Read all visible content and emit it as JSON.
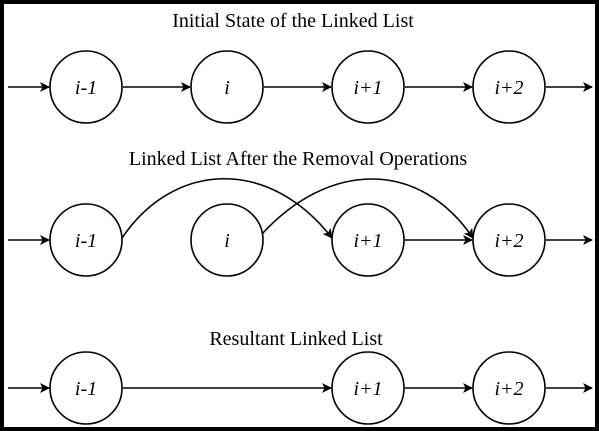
{
  "colors": {
    "background": "#ffffff",
    "frame": "#000000",
    "stroke": "#000000"
  },
  "sections": [
    {
      "id": "initial",
      "title": "Initial State of the Linked List",
      "nodes": [
        {
          "id": "n1",
          "label": "i-1"
        },
        {
          "id": "n2",
          "label": "i"
        },
        {
          "id": "n3",
          "label": "i+1"
        },
        {
          "id": "n4",
          "label": "i+2"
        }
      ],
      "edges": [
        {
          "from": "in",
          "to": "n1"
        },
        {
          "from": "n1",
          "to": "n2"
        },
        {
          "from": "n2",
          "to": "n3"
        },
        {
          "from": "n3",
          "to": "n4"
        },
        {
          "from": "n4",
          "to": "out"
        }
      ]
    },
    {
      "id": "after-removal",
      "title": "Linked List After the Removal Operations",
      "nodes": [
        {
          "id": "n1",
          "label": "i-1"
        },
        {
          "id": "n2",
          "label": "i"
        },
        {
          "id": "n3",
          "label": "i+1"
        },
        {
          "id": "n4",
          "label": "i+2"
        }
      ],
      "edges": [
        {
          "from": "in",
          "to": "n1"
        },
        {
          "from": "n1",
          "to": "n3",
          "style": "arc"
        },
        {
          "from": "n2",
          "to": "n4",
          "style": "arc"
        },
        {
          "from": "n3",
          "to": "n4"
        },
        {
          "from": "n4",
          "to": "out"
        }
      ]
    },
    {
      "id": "result",
      "title": "Resultant Linked List",
      "nodes": [
        {
          "id": "n1",
          "label": "i-1"
        },
        {
          "id": "n3",
          "label": "i+1"
        },
        {
          "id": "n4",
          "label": "i+2"
        }
      ],
      "edges": [
        {
          "from": "in",
          "to": "n1"
        },
        {
          "from": "n1",
          "to": "n3"
        },
        {
          "from": "n3",
          "to": "n4"
        },
        {
          "from": "n4",
          "to": "out"
        }
      ]
    }
  ]
}
